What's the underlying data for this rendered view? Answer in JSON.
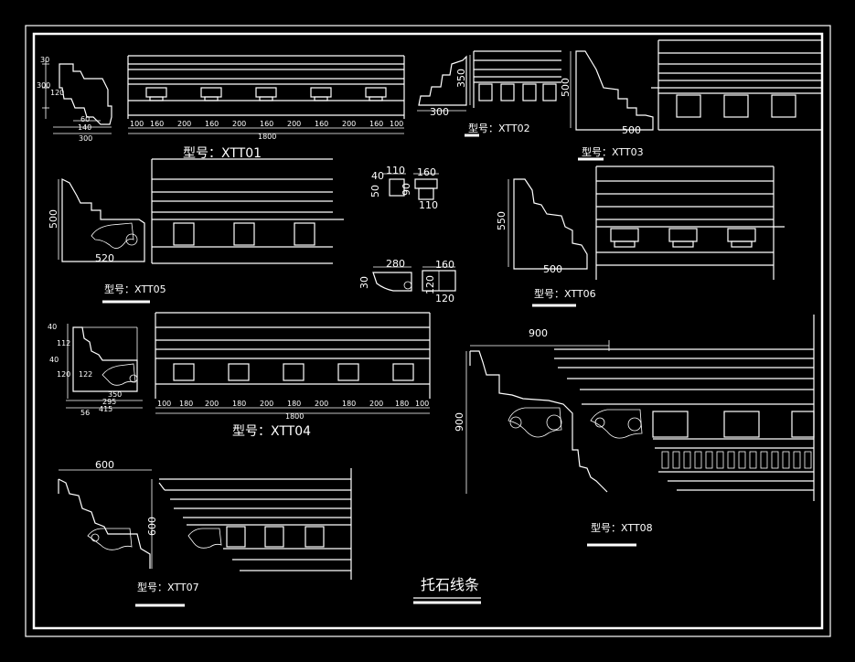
{
  "colors": {
    "background": "#000000",
    "line": "#ffffff"
  },
  "title": "托石线条",
  "models": {
    "xtt01": "型号：XTT01",
    "xtt02": "型号：XTT02",
    "xtt03": "型号：XTT03",
    "xtt04": "型号：XTT04",
    "xtt05": "型号：XTT05",
    "xtt06": "型号：XTT06",
    "xtt07": "型号：XTT07",
    "xtt08": "型号：XTT08"
  },
  "dims": {
    "xtt01_h1": "30",
    "xtt01_h2": "300",
    "xtt01_h3": "120",
    "xtt01_w1": "60",
    "xtt01_w2": "140",
    "xtt01_w3": "300",
    "xtt01_run": [
      "100",
      "160",
      "200",
      "160",
      "200",
      "160",
      "200",
      "160",
      "200",
      "160",
      "100"
    ],
    "xtt01_total": "1800",
    "xtt02_h": "350",
    "xtt02_w": "300",
    "xtt03_h": "500",
    "xtt03_w": "500",
    "xtt05_h": "500",
    "xtt05_w": "520",
    "mid_a1": "40",
    "mid_a2": "110",
    "mid_a3": "50",
    "mid_a4": "90",
    "mid_a5": "160",
    "mid_a6": "110",
    "mid_b1": "280",
    "mid_b2": "160",
    "mid_b3": "30",
    "mid_b4": "120",
    "mid_b5": "120",
    "xtt06_h": "550",
    "xtt06_w": "500",
    "xtt04_h1": "40",
    "xtt04_h2": "112",
    "xtt04_h3": "40",
    "xtt04_h4": "120",
    "xtt04_h5": "122",
    "xtt04_w1": "350",
    "xtt04_w2": "295",
    "xtt04_w3": "415",
    "xtt04_w4": "56",
    "xtt04_run": [
      "100",
      "180",
      "200",
      "180",
      "200",
      "180",
      "200",
      "180",
      "200",
      "180",
      "100"
    ],
    "xtt04_total": "1800",
    "xtt08_w": "900",
    "xtt08_h": "900",
    "xtt07_w": "600",
    "xtt07_h": "600"
  }
}
